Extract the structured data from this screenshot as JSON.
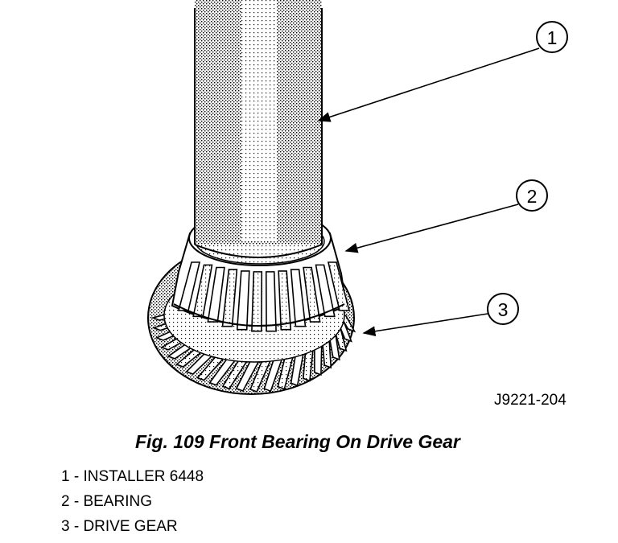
{
  "figure": {
    "code": "J9221-204",
    "caption": "Fig. 109 Front Bearing On Drive Gear",
    "callouts": [
      {
        "number": "1",
        "text": "INSTALLER 6448"
      },
      {
        "number": "2",
        "text": "BEARING"
      },
      {
        "number": "3",
        "text": "DRIVE GEAR"
      }
    ]
  },
  "legend": {
    "items": [
      "1 - INSTALLER 6448",
      "2 - BEARING",
      "3 - DRIVE GEAR"
    ]
  }
}
